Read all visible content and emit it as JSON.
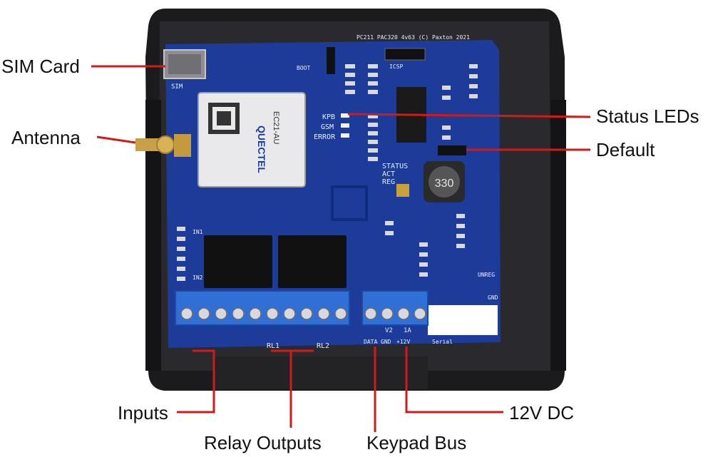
{
  "callouts": {
    "sim_card": "SIM Card",
    "antenna": "Antenna",
    "status_leds": "Status LEDs",
    "default": "Default",
    "inputs": "Inputs",
    "relay_outputs": "Relay Outputs",
    "keypad_bus": "Keypad Bus",
    "dc_12v": "12V DC"
  },
  "board": {
    "header_text": "PC211 PAC320 4v63 (C) Paxton 2021",
    "module_brand": "QUECTEL",
    "module_model": "EC21-AU",
    "led_kpb": "KPB",
    "led_gsm": "GSM",
    "led_error": "ERROR",
    "led_status": "STATUS",
    "led_act": "ACT",
    "led_reg": "REG",
    "inductor": "330",
    "sim_label": "SIM",
    "boot_label": "BOOT",
    "icsp_label": "ICSP",
    "unreg_label": "UNREG",
    "gnd_label": "GND",
    "in1_label": "IN1",
    "in2_label": "IN2",
    "rl1_label": "RL1",
    "rl2_label": "RL2",
    "v2_label": "V2",
    "fuse_label": "1A",
    "data_label": "DATA",
    "gnd_bottom": "GND",
    "v12_label": "+12V",
    "serial_label": "Serial"
  },
  "colors": {
    "pcb": "#1d3c9a",
    "enclosure": "#1b1b1e",
    "terminal": "#2f6fd6",
    "leader": "#d11a1a"
  }
}
